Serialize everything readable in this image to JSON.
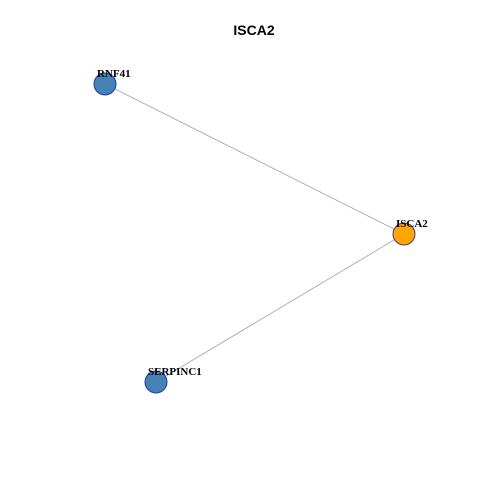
{
  "graph": {
    "title": "ISCA2",
    "nodes": [
      {
        "id": "RNF41",
        "label": "RNF41",
        "role": "neighbor",
        "fill": "#4682B4",
        "stroke": "#1E3AB4"
      },
      {
        "id": "ISCA2",
        "label": "ISCA2",
        "role": "center",
        "fill": "#FFA500",
        "stroke": "#4A3A8A"
      },
      {
        "id": "SERPINC1",
        "label": "SERPINC1",
        "role": "neighbor",
        "fill": "#4682B4",
        "stroke": "#1E3AB4"
      }
    ],
    "edges": [
      {
        "source": "RNF41",
        "target": "ISCA2"
      },
      {
        "source": "SERPINC1",
        "target": "ISCA2"
      }
    ],
    "edge_color": "#AAAAAA"
  }
}
